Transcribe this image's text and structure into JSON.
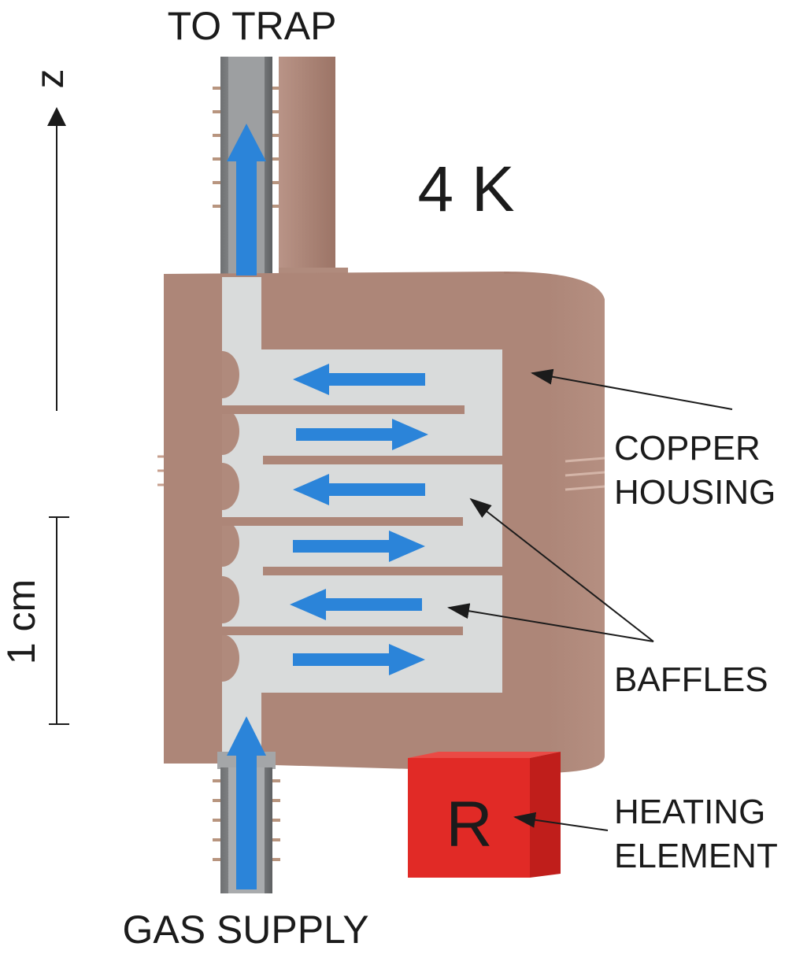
{
  "labels": {
    "top_outlet": "TO TRAP",
    "temperature": "4 K",
    "axis": "z",
    "scale": "1 cm",
    "copper_housing_line1": "COPPER",
    "copper_housing_line2": "HOUSING",
    "baffles": "BAFFLES",
    "heater_line1": "HEATING",
    "heater_line2": "ELEMENT",
    "heater_symbol": "R",
    "bottom_inlet": "GAS SUPPLY"
  },
  "colors": {
    "copper": "#ad8678",
    "copper_dark": "#94695c",
    "copper_light": "#c3a296",
    "gas_channel": "#d9dbdb",
    "arrow_blue": "#2b84d9",
    "heater_red": "#e12a26",
    "tube_gray": "#8d8f91"
  },
  "flow": {
    "inlet_direction": "up",
    "outlet_direction": "up",
    "baffle_flow_directions": [
      "left",
      "right",
      "left",
      "right",
      "left",
      "right"
    ]
  }
}
